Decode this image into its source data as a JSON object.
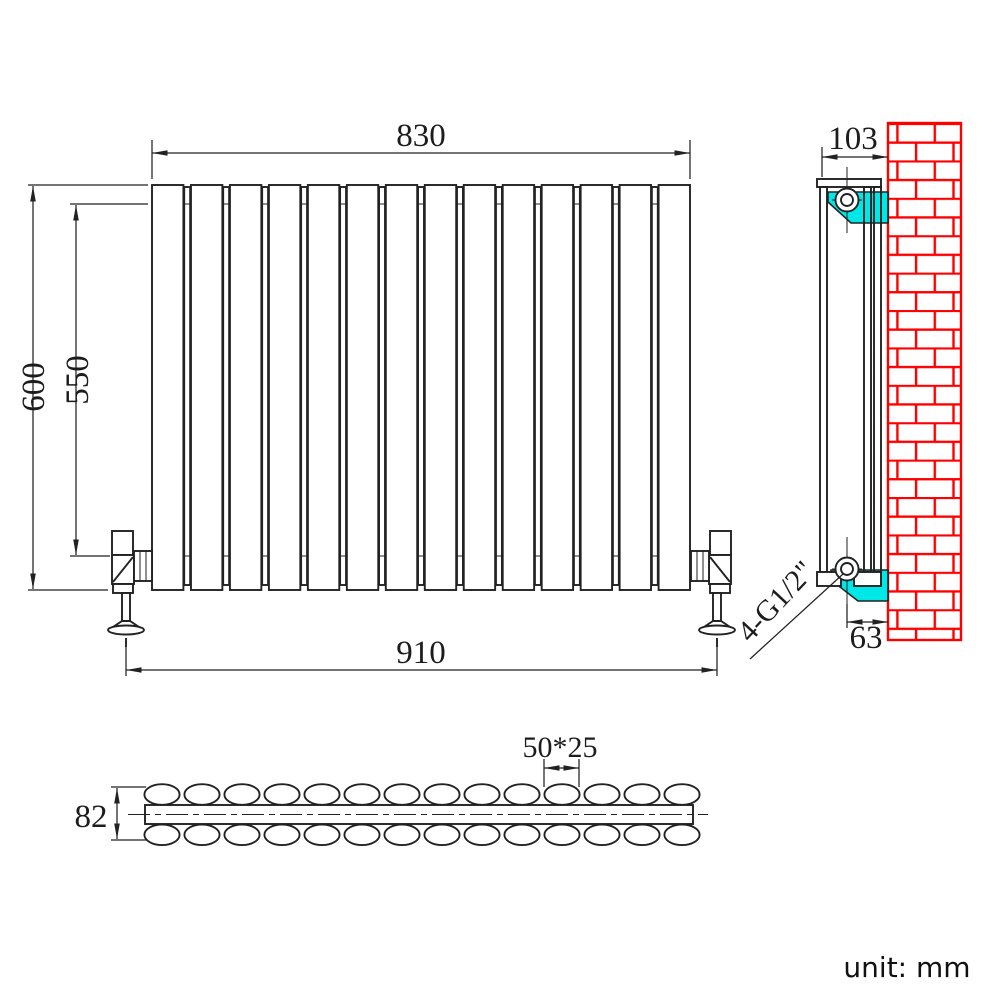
{
  "drawing": {
    "title": "radiator-technical-drawing",
    "unit_note": "unit: mm",
    "front_view": {
      "top_width": "830",
      "overall_height": "600",
      "inner_height": "550",
      "bottom_width": "910",
      "panel_count": 14
    },
    "side_view": {
      "top_depth": "103",
      "bottom_wall_offset": "63",
      "connection_spec": "4-G1/2\"",
      "bracket_color": "#00e7e7",
      "wall_brick_color": "#fe0000"
    },
    "section_view": {
      "tube_size": "50*25",
      "overall_depth": "82",
      "tubes_per_row": 14
    }
  }
}
